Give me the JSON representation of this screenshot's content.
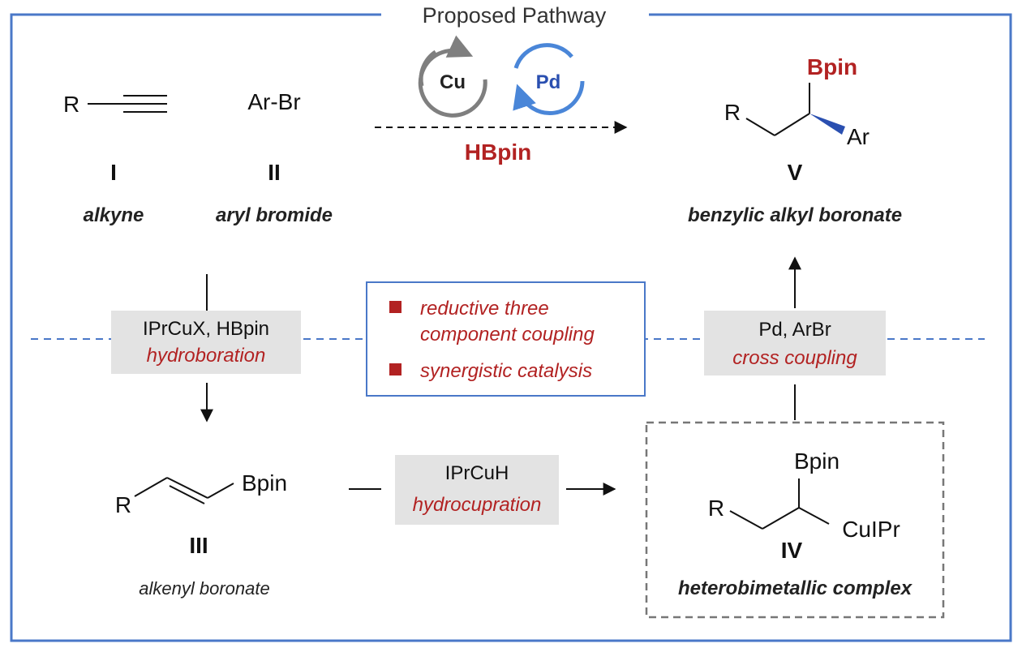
{
  "title": "Proposed Pathway",
  "compounds": {
    "I": {
      "label": "I",
      "name": "alkyne",
      "r": "R"
    },
    "II": {
      "label": "II",
      "name": "aryl bromide",
      "formula": "Ar-Br"
    },
    "III": {
      "label": "III",
      "name": "alkenyl boronate",
      "r": "R",
      "b": "Bpin"
    },
    "IV": {
      "label": "IV",
      "name": "heterobimetallic complex",
      "r": "R",
      "b": "Bpin",
      "cu": "CuIPr"
    },
    "V": {
      "label": "V",
      "name": "benzylic alkyl boronate",
      "r": "R",
      "b": "Bpin",
      "ar": "Ar"
    }
  },
  "catalysts": {
    "cu": "Cu",
    "pd": "Pd",
    "reagent": "HBpin"
  },
  "steps": {
    "hydroboration": {
      "reagents": "IPrCuX, HBpin",
      "process": "hydroboration"
    },
    "hydrocupration": {
      "reagents": "IPrCuH",
      "process": "hydrocupration"
    },
    "cross_coupling": {
      "reagents": "Pd, ArBr",
      "process": "cross coupling"
    }
  },
  "features": [
    {
      "line1": "reductive three",
      "line2": "component coupling"
    },
    {
      "line1": "synergistic catalysis"
    }
  ],
  "colors": {
    "frame": "#4a78c8",
    "red": "#b22222",
    "cu_gray": "#7f7f7f",
    "pd_blue": "#4a86d8",
    "pd_text": "#2a4fb0",
    "box_gray": "#e3e3e3"
  }
}
